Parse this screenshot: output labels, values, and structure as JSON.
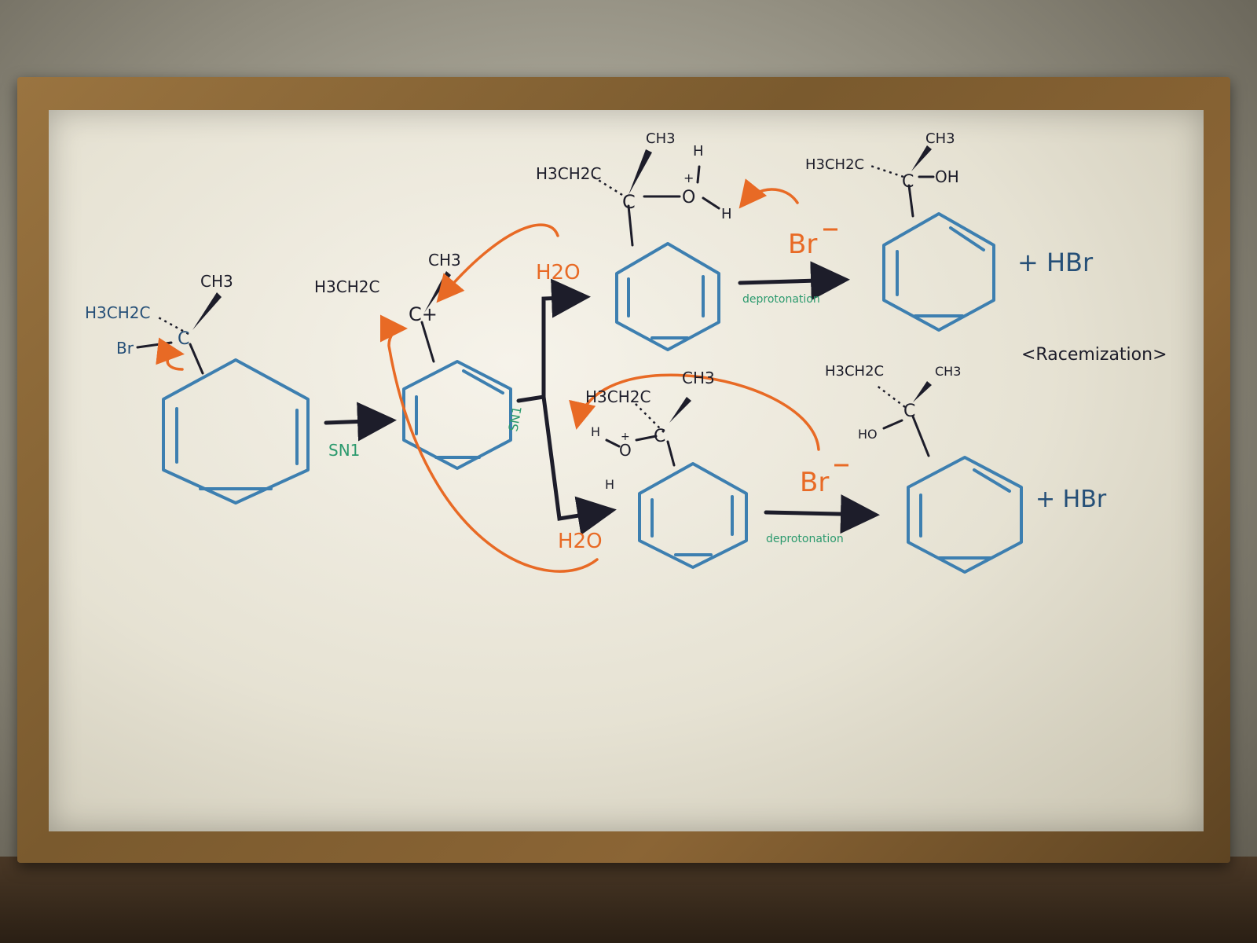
{
  "photo": {
    "subject": "whiteboard",
    "colors": {
      "black_marker": "#1d1d2a",
      "blue_marker": "#3d7fb0",
      "orange_marker": "#e86a25",
      "green_marker": "#2c9a6e",
      "frame": "#8b6535"
    }
  },
  "board": {
    "start": {
      "ethyl": "H3CH2C",
      "methyl": "CH3",
      "leaving": "Br",
      "center": "C"
    },
    "step1": {
      "label": "SN1"
    },
    "carbocation": {
      "ethyl": "H3CH2C",
      "methyl": "CH3",
      "center": "C+"
    },
    "step2": {
      "label": "SN1"
    },
    "water_top": "H2O",
    "water_bottom": "H2O",
    "oxonium_top": {
      "ethyl": "H3CH2C",
      "methyl": "CH3",
      "center": "C",
      "oxygen": "O",
      "h1": "H",
      "h2": "H",
      "plus": "+"
    },
    "oxonium_bottom": {
      "ethyl": "H3CH2C",
      "methyl": "CH3",
      "center": "C",
      "oxygen": "O",
      "h1": "H",
      "h2": "H",
      "plus": "+"
    },
    "bromide_top": "Br",
    "bromide_bottom": "Br",
    "deprotonation_top": "deprotonation",
    "deprotonation_bottom": "deprotonation",
    "product_top": {
      "ethyl": "H3CH2C",
      "methyl": "CH3",
      "center": "C",
      "hydroxyl": "OH",
      "byproduct": "+ HBr"
    },
    "product_bottom": {
      "ethyl": "H3CH2C",
      "methyl": "CH3",
      "center": "C",
      "hydroxyl": "HO",
      "byproduct": "+ HBr"
    },
    "note": "<Racemization>"
  }
}
